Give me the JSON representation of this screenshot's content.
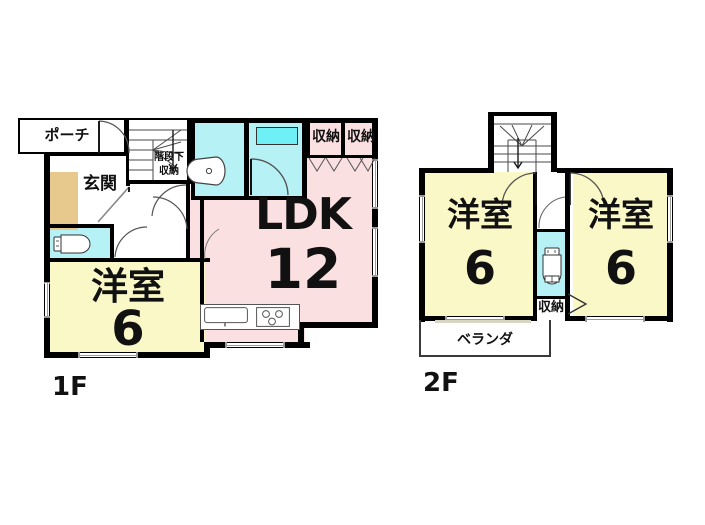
{
  "document": {
    "type": "floor-plan",
    "title": "間取り図",
    "floors": [
      {
        "id": "1f",
        "label": "1F",
        "rooms": [
          {
            "name": "porch",
            "label": "ポーチ",
            "fill": "#ffffff"
          },
          {
            "name": "entrance",
            "label": "玄関",
            "fill": "#ffffff"
          },
          {
            "name": "under-stair-storage",
            "label": "階段下\n収納",
            "line1": "階段下",
            "line2": "収納",
            "fill": "#ffffff"
          },
          {
            "name": "toilet-1f",
            "label": "",
            "fill": "#b5f1f5"
          },
          {
            "name": "washroom",
            "label": "",
            "fill": "#b5f1f5"
          },
          {
            "name": "bathroom",
            "label": "",
            "fill": "#b5f1f5"
          },
          {
            "name": "closet-left",
            "label": "収納",
            "fill": "#ffffff"
          },
          {
            "name": "closet-right",
            "label": "収納",
            "fill": "#ffffff"
          },
          {
            "name": "western-room-1f",
            "label": "洋室",
            "size": "6",
            "fill": "#fbf8c8"
          },
          {
            "name": "ldk",
            "label": "LDK",
            "size": "12",
            "fill": "#fbe0e2"
          }
        ]
      },
      {
        "id": "2f",
        "label": "2F",
        "rooms": [
          {
            "name": "western-room-2f-left",
            "label": "洋室",
            "size": "6",
            "fill": "#fbf8c8"
          },
          {
            "name": "western-room-2f-right",
            "label": "洋室",
            "size": "6",
            "fill": "#fbf8c8"
          },
          {
            "name": "toilet-2f",
            "label": "",
            "fill": "#b5f1f5"
          },
          {
            "name": "closet-2f",
            "label": "収納",
            "fill": "#ffffff"
          },
          {
            "name": "veranda",
            "label": "ベランダ",
            "fill": "#ffffff"
          }
        ]
      }
    ],
    "colors": {
      "wall": "#000000",
      "room_yellow": "#fbf8c8",
      "room_pink": "#fbe0e2",
      "water_cyan": "#b5f1f5",
      "tub_cyan": "#6ff0f7",
      "wood_tan": "#e8c98d",
      "background": "#ffffff",
      "text": "#111111"
    },
    "annotations": {
      "stair_up_label": "",
      "stair_down_label": ""
    }
  },
  "labels": {
    "floor_1f": "1F",
    "floor_2f": "2F",
    "porch": "ポーチ",
    "entrance": "玄関",
    "understair_line1": "階段下",
    "understair_line2": "収納",
    "closet": "収納",
    "closet_left": "収納",
    "closet_right": "収納",
    "closet_2f": "収納",
    "ldk_text": "LDK",
    "ldk_size": "12",
    "washitsu": "洋室",
    "room_1f_name": "洋室",
    "room_1f_size": "6",
    "room_2f_left_name": "洋室",
    "room_2f_left_size": "6",
    "room_2f_right_name": "洋室",
    "room_2f_right_size": "6",
    "veranda": "ベランダ"
  }
}
